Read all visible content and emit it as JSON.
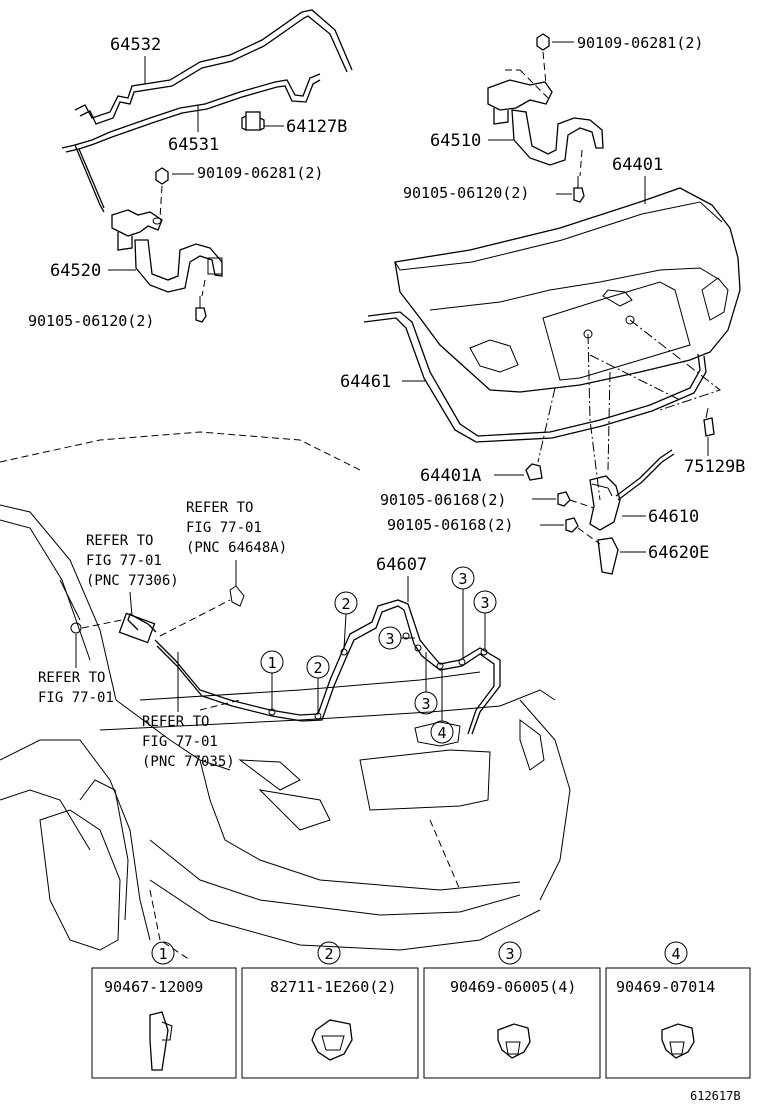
{
  "labels": {
    "p64532": "64532",
    "p64531": "64531",
    "p64127b": "64127B",
    "p9010906281_a": "90109-06281(2)",
    "p64520": "64520",
    "p9010506120_a": "90105-06120(2)",
    "p9010906281_b": "90109-06281(2)",
    "p64510": "64510",
    "p64401": "64401",
    "p9010506120_b": "90105-06120(2)",
    "p64461": "64461",
    "p64401a": "64401A",
    "p75129b": "75129B",
    "p9010506168_a": "90105-06168(2)",
    "p9010506168_b": "90105-06168(2)",
    "p64610": "64610",
    "p64620e": "64620E",
    "p64607": "64607"
  },
  "refs": {
    "ref1": [
      "REFER TO",
      "FIG 77-01",
      "(PNC 64648A)"
    ],
    "ref2": [
      "REFER TO",
      "FIG 77-01",
      "(PNC 77306)"
    ],
    "ref3": [
      "REFER TO",
      "FIG 77-01"
    ],
    "ref4": [
      "REFER TO",
      "FIG 77-01",
      "(PNC 77035)"
    ]
  },
  "callouts": [
    "1",
    "2",
    "3",
    "4"
  ],
  "legend": [
    {
      "num": "1",
      "part": "90467-12009"
    },
    {
      "num": "2",
      "part": "82711-1E260(2)"
    },
    {
      "num": "3",
      "part": "90469-06005(4)"
    },
    {
      "num": "4",
      "part": "90469-07014"
    }
  ],
  "figure_id": "612617B"
}
